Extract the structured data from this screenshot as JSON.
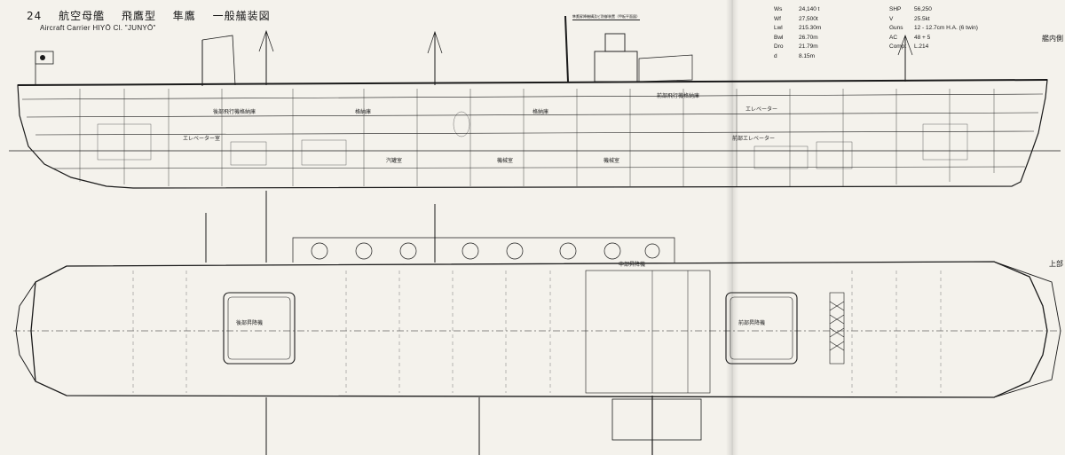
{
  "plate": {
    "number": "24",
    "title_jp_parts": [
      "航空母艦",
      "飛鷹型",
      "隼鷹",
      "一般艤装図"
    ],
    "title_en": "Aircraft Carrier HIYŌ Cl. \"JUNYŌ\"",
    "drawing_label": "隼鷹昇降機構及ビ防御装置（甲板平面図）",
    "side_labels": [
      "艦内側",
      "上部"
    ]
  },
  "specs": [
    [
      {
        "k": "Ws",
        "v": "24,140 t"
      },
      {
        "k": "SHP",
        "v": "56,250"
      }
    ],
    [
      {
        "k": "Wf",
        "v": "27,500t"
      },
      {
        "k": "V",
        "v": "25.5kt"
      }
    ],
    [
      {
        "k": "Lwl",
        "v": "215.30m"
      },
      {
        "k": "Guns",
        "v": "12 - 12.7cm H.A. (6 twin)"
      }
    ],
    [
      {
        "k": "Bwl",
        "v": "26.70m"
      },
      {
        "k": "AC",
        "v": "48 + 5"
      }
    ],
    [
      {
        "k": "Dro",
        "v": "21.79m"
      },
      {
        "k": "Compt",
        "v": "L.214"
      }
    ],
    [
      {
        "k": "d",
        "v": "8.15m"
      },
      {
        "k": "",
        "v": ""
      }
    ]
  ],
  "profile_labels": [
    "後部飛行機格納庫",
    "前部飛行機格納庫",
    "エレベーター",
    "格納庫",
    "汽罐室",
    "機械室",
    "機械室",
    "前部エレベーター",
    "エレベーター室",
    "格納庫"
  ],
  "deck_labels": [
    "後部昇降機",
    "中部昇降機",
    "前部昇降機"
  ],
  "colors": {
    "paper": "#f4f2ec",
    "ink": "#1a1a1a"
  }
}
